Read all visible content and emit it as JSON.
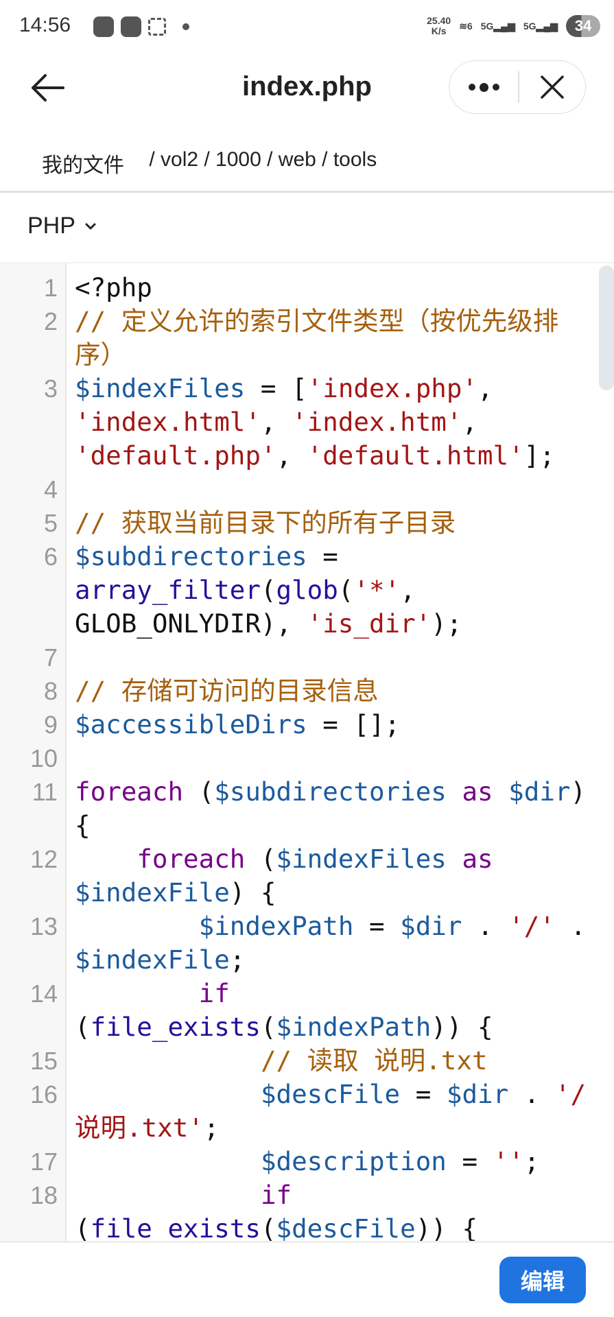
{
  "status_bar": {
    "time": "14:56",
    "net_speed": "25.40",
    "net_unit": "K/s",
    "wifi_label": "6",
    "sim1": "5G",
    "sim2": "5G",
    "battery": "34"
  },
  "header": {
    "title": "index.php"
  },
  "breadcrumb": {
    "root": "我的文件",
    "segments": [
      " / vol2",
      " / 1000",
      " / web",
      " / tools"
    ]
  },
  "language_selector": {
    "value": "PHP"
  },
  "code": {
    "lines": [
      [
        [
          "pl",
          "<?php"
        ]
      ],
      [
        [
          "com",
          "// 定义允许的索引文件类型（按优先级排序）"
        ]
      ],
      [
        [
          "var",
          "$indexFiles"
        ],
        [
          "pl",
          " = ["
        ],
        [
          "str",
          "'index.php'"
        ],
        [
          "pl",
          ", "
        ],
        [
          "str",
          "'index.html'"
        ],
        [
          "pl",
          ", "
        ],
        [
          "str",
          "'index.htm'"
        ],
        [
          "pl",
          ", "
        ],
        [
          "str",
          "'default.php'"
        ],
        [
          "pl",
          ", "
        ],
        [
          "str",
          "'default.html'"
        ],
        [
          "pl",
          "];"
        ]
      ],
      [],
      [
        [
          "com",
          "// 获取当前目录下的所有子目录"
        ]
      ],
      [
        [
          "var",
          "$subdirectories"
        ],
        [
          "pl",
          " = "
        ],
        [
          "fn",
          "array_filter"
        ],
        [
          "pl",
          "("
        ],
        [
          "fn",
          "glob"
        ],
        [
          "pl",
          "("
        ],
        [
          "str",
          "'*'"
        ],
        [
          "pl",
          ", GLOB_ONLYDIR), "
        ],
        [
          "str",
          "'is_dir'"
        ],
        [
          "pl",
          ");"
        ]
      ],
      [],
      [
        [
          "com",
          "// 存储可访问的目录信息"
        ]
      ],
      [
        [
          "var",
          "$accessibleDirs"
        ],
        [
          "pl",
          " = [];"
        ]
      ],
      [],
      [
        [
          "kw",
          "foreach"
        ],
        [
          "pl",
          " ("
        ],
        [
          "var",
          "$subdirectories"
        ],
        [
          "pl",
          " "
        ],
        [
          "kw",
          "as"
        ],
        [
          "pl",
          " "
        ],
        [
          "var",
          "$dir"
        ],
        [
          "pl",
          ") {"
        ]
      ],
      [
        [
          "pl",
          "    "
        ],
        [
          "kw",
          "foreach"
        ],
        [
          "pl",
          " ("
        ],
        [
          "var",
          "$indexFiles"
        ],
        [
          "pl",
          " "
        ],
        [
          "kw",
          "as"
        ],
        [
          "pl",
          " "
        ],
        [
          "var",
          "$indexFile"
        ],
        [
          "pl",
          ") {"
        ]
      ],
      [
        [
          "pl",
          "        "
        ],
        [
          "var",
          "$indexPath"
        ],
        [
          "pl",
          " = "
        ],
        [
          "var",
          "$dir"
        ],
        [
          "pl",
          " . "
        ],
        [
          "str",
          "'/'"
        ],
        [
          "pl",
          " . "
        ],
        [
          "var",
          "$indexFile"
        ],
        [
          "pl",
          ";"
        ]
      ],
      [
        [
          "pl",
          "        "
        ],
        [
          "kw",
          "if"
        ],
        [
          "pl",
          " ("
        ],
        [
          "fn",
          "file_exists"
        ],
        [
          "pl",
          "("
        ],
        [
          "var",
          "$indexPath"
        ],
        [
          "pl",
          ")) {"
        ]
      ],
      [
        [
          "pl",
          "            "
        ],
        [
          "com",
          "// 读取 说明.txt"
        ]
      ],
      [
        [
          "pl",
          "            "
        ],
        [
          "var",
          "$descFile"
        ],
        [
          "pl",
          " = "
        ],
        [
          "var",
          "$dir"
        ],
        [
          "pl",
          " . "
        ],
        [
          "str",
          "'/说明.txt'"
        ],
        [
          "pl",
          ";"
        ]
      ],
      [
        [
          "pl",
          "            "
        ],
        [
          "var",
          "$description"
        ],
        [
          "pl",
          " = "
        ],
        [
          "str",
          "''"
        ],
        [
          "pl",
          ";"
        ]
      ],
      [
        [
          "pl",
          "            "
        ],
        [
          "kw",
          "if"
        ],
        [
          "pl",
          " ("
        ],
        [
          "fn",
          "file_exists"
        ],
        [
          "pl",
          "("
        ],
        [
          "var",
          "$descFile"
        ],
        [
          "pl",
          ")) {"
        ]
      ]
    ]
  },
  "footer": {
    "edit_label": "编辑"
  },
  "colors": {
    "accent": "#1f74e0",
    "comment": "#a5600e",
    "variable": "#1c5a9c",
    "string": "#a31515",
    "keyword": "#770088",
    "function": "#221199"
  }
}
